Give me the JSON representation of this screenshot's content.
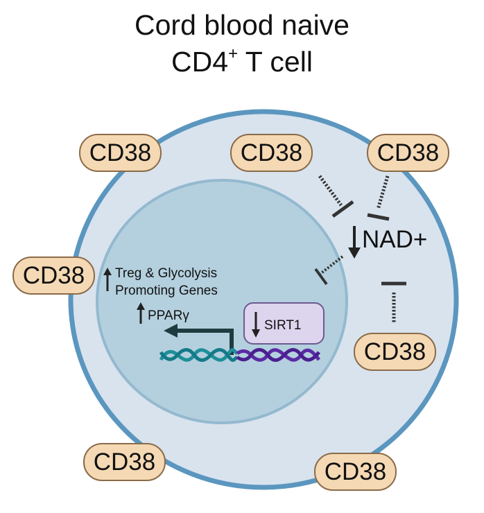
{
  "title": {
    "line1": "Cord blood naive",
    "line2_main": "CD4",
    "line2_sup": "+",
    "line2_rest": " T cell"
  },
  "receptor_label": "CD38",
  "receptors": [
    "CD38",
    "CD38",
    "CD38",
    "CD38",
    "CD38",
    "CD38",
    "CD38"
  ],
  "labels": {
    "nad": "NAD+",
    "sirt1": "SIRT1",
    "genes_line1": "Treg & Glycolysis",
    "genes_line2": "Promoting Genes",
    "ppar": "PPARγ"
  },
  "colors": {
    "cell_fill": "#d8e3ee",
    "cell_border": "#5b96bf",
    "nucleus_fill": "#b4d0de",
    "nucleus_border": "#94b9cf",
    "cd38_fill": "#f4d9b4",
    "cd38_border": "#8a6a48",
    "sirt1_fill": "#ddd4ee",
    "sirt1_border": "#6c5a91",
    "dna_teal": "#1f8f9a",
    "dna_purple": "#5b2aa5",
    "arrow_dark": "#1e3b40"
  }
}
